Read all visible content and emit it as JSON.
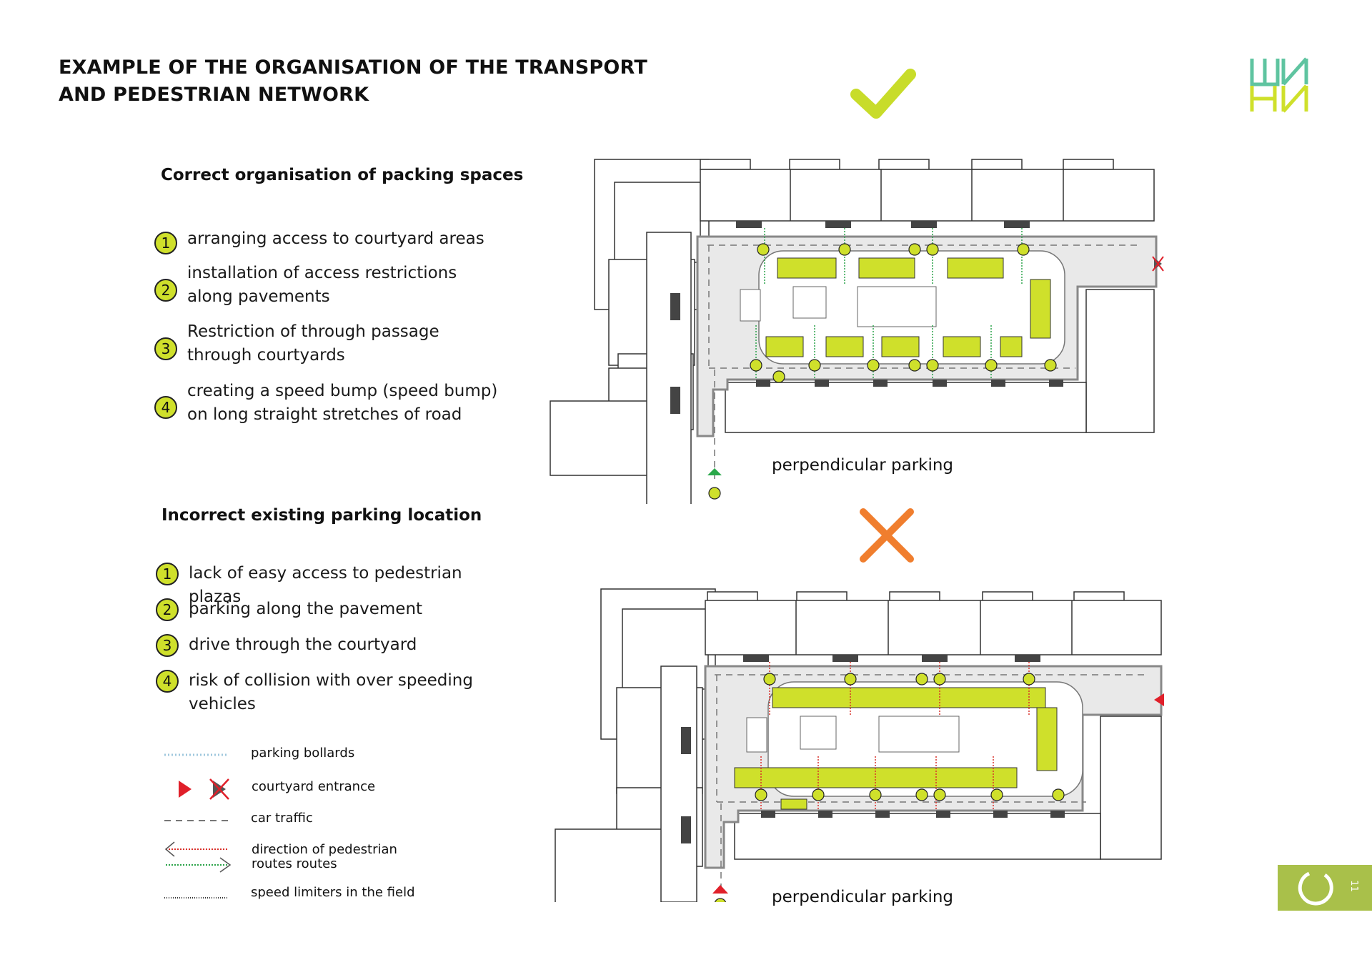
{
  "title": "EXAMPLE OF THE ORGANISATION OF THE TRANSPORT AND PEDESTRIAN NETWORK",
  "logo": {
    "name": "logo-mark",
    "colors": [
      "#5fc4a0",
      "#cfe02b"
    ]
  },
  "correct": {
    "heading": "Correct organisation of packing spaces",
    "items": [
      {
        "num": "1",
        "text": "arranging access to courtyard areas"
      },
      {
        "num": "2",
        "text": "installation of access restrictions along pavements"
      },
      {
        "num": "3",
        "text": "Restriction of through passage through courtyards"
      },
      {
        "num": "4",
        "text": "creating a speed bump (speed bump) on long straight stretches of road"
      }
    ],
    "symbol": "check-icon",
    "caption": "perpendicular parking"
  },
  "incorrect": {
    "heading": "Incorrect existing parking location",
    "items": [
      {
        "num": "1",
        "text": "lack of easy access to pedestrian plazas"
      },
      {
        "num": "2",
        "text": "parking along the pavement"
      },
      {
        "num": "3",
        "text": "drive through the courtyard"
      },
      {
        "num": "4",
        "text": "risk of collision with over speeding vehicles"
      }
    ],
    "symbol": "cross-icon",
    "caption": "perpendicular parking"
  },
  "legend": [
    {
      "icon": "bollards-icon",
      "label": "parking bollards"
    },
    {
      "icon": "entrance-icon",
      "label": "courtyard entrance"
    },
    {
      "icon": "dashed-line-icon",
      "label": "car traffic"
    },
    {
      "icon": "pedestrian-arrows-icon",
      "label": "direction of pedestrian routes routes"
    },
    {
      "icon": "dotted-line-icon",
      "label": "speed limiters in the field"
    }
  ],
  "page_number": "11",
  "colors": {
    "accent": "#cfe02b",
    "check": "#c8dc2a",
    "cross": "#f07e2e",
    "entrance_red": "#e0202a",
    "entrance_green": "#2aa84a",
    "pedestrian_green": "#2ba34a",
    "pedestrian_red": "#d9302a",
    "road": "#e9e9e9",
    "page_box": "#a9c04a"
  }
}
